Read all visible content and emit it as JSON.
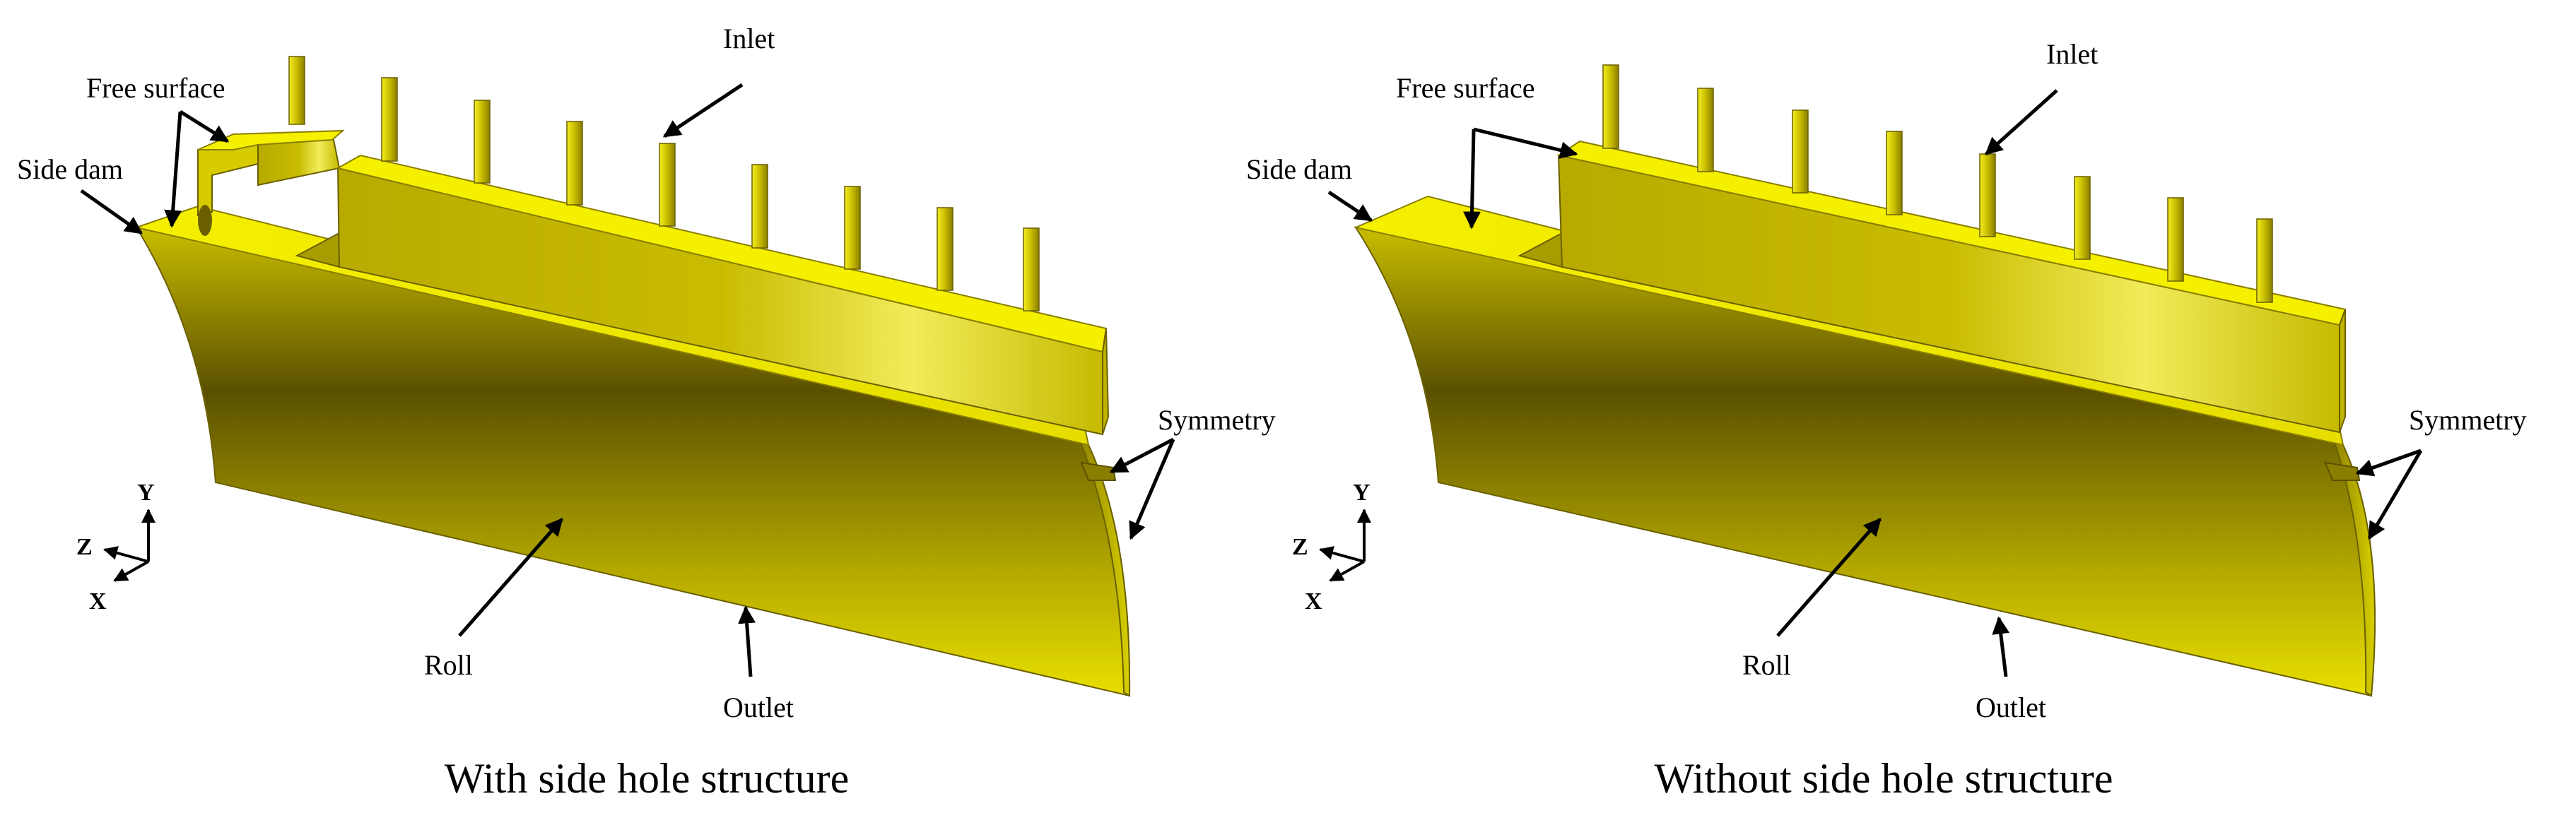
{
  "panels": [
    {
      "caption": "With side hole structure",
      "labels": {
        "free_surface": "Free surface",
        "side_dam": "Side dam",
        "inlet": "Inlet",
        "symmetry": "Symmetry",
        "roll": "Roll",
        "outlet": "Outlet"
      },
      "axes": {
        "y": "Y",
        "z": "Z",
        "x": "X"
      }
    },
    {
      "caption": "Without side hole structure",
      "labels": {
        "free_surface": "Free surface",
        "side_dam": "Side dam",
        "inlet": "Inlet",
        "symmetry": "Symmetry",
        "roll": "Roll",
        "outlet": "Outlet"
      },
      "axes": {
        "y": "Y",
        "z": "Z",
        "x": "X"
      }
    }
  ],
  "colors": {
    "model_yellow": "#e8e000",
    "model_dark": "#5a5000",
    "arrow": "#000000"
  }
}
